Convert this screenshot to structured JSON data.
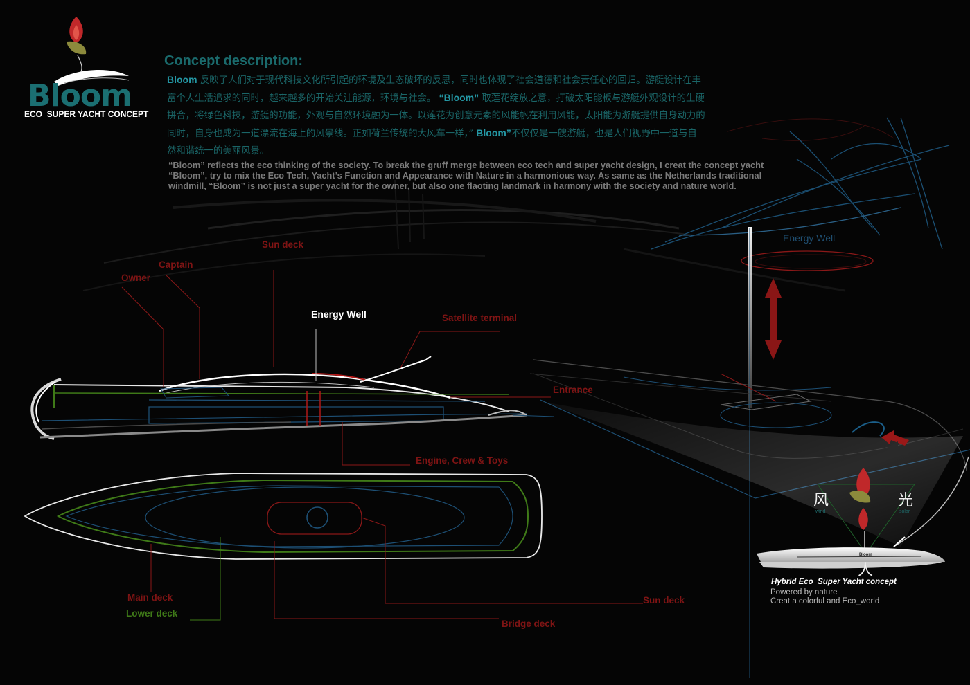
{
  "brand": {
    "title": "Bloom",
    "subtitle": "ECO_SUPER YACHT CONCEPT"
  },
  "concept": {
    "heading": "Concept description:",
    "cn_lines": [
      [
        "Bloom",
        " 反映了人们对于现代科技文化所引起的环境及生态破坏的反思，同时也体现了社会道德和社会责任心的回归。游艇设计在丰"
      ],
      [
        "",
        "富个人生活追求的同时，越来越多的开始关注能源，环境与社会。 ",
        "“Bloom”",
        " 取莲花绽放之意，打破太阳能板与游艇外观设计的生硬"
      ],
      [
        "",
        "拼合，将绿色科技，游艇的功能，外观与自然环境融为一体。以莲花为创意元素的风能帆在利用风能，太阳能为游艇提供自身动力的"
      ],
      [
        "",
        "同时，自身也成为一道漂流在海上的风景线。正如荷兰传统的大风车一样，” ",
        "Bloom”",
        "不仅仅是一艘游艇，也是人们视野中一道与自"
      ],
      [
        "",
        "然和谐统一的美丽风景。"
      ]
    ],
    "en_paragraph": "“Bloom” reflects the eco thinking of  the society. To break the gruff merge between eco tech and super yacht design, I creat the concept yacht “Bloom”, try to mix the Eco Tech, Yacht’s Function and Appearance  with Nature  in a harmonious way. As same as the Netherlands traditional windmill, “Bloom” is not just a super yacht for the owner, but also one flaoting landmark in harmony with the society and  nature world."
  },
  "side_view_labels": {
    "sun_deck": "Sun deck",
    "captain": "Captain",
    "owner": "Owner",
    "energy_well": "Energy Well",
    "satellite_terminal": "Satellite terminal",
    "entrance": "Entrance",
    "engine_crew_toys": "Engine, Crew & Toys"
  },
  "plan_view_labels": {
    "main_deck": "Main deck",
    "lower_deck": "Lower deck",
    "sun_deck": "Sun deck",
    "bridge_deck": "Bridge deck"
  },
  "perspective": {
    "energy_well": "Energy Well"
  },
  "emblem": {
    "wind_char": "风",
    "solar_char": "光",
    "person_char": "人",
    "wind_label": "wind",
    "solar_label": "solar",
    "hull_logo": "Bloom"
  },
  "caption": {
    "title": "Hybrid Eco_Super Yacht concept",
    "line1": "Powered by nature",
    "line2": "Creat a colorful and Eco_world"
  },
  "colors": {
    "background": "#050505",
    "brand_teal": "#1b6f72",
    "label_red": "#7e1414",
    "label_green": "#3f7a18",
    "line_blue": "#1d4f74",
    "lotus_red": "#c0282a"
  }
}
